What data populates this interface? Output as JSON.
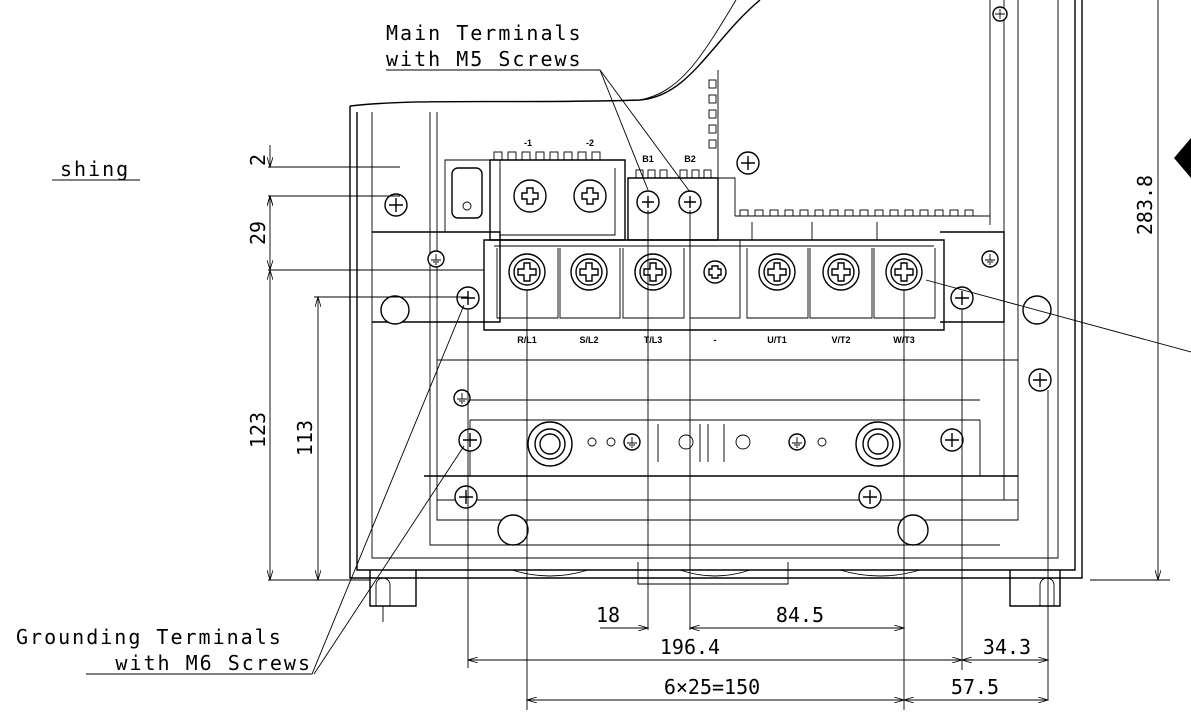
{
  "callouts": {
    "main_terminals_line1": "Main Terminals",
    "main_terminals_line2": "with M5 Screws",
    "grounding_line1": "Grounding Terminals",
    "grounding_line2": "with M6 Screws",
    "bushing_partial": "shing"
  },
  "terminals": {
    "top": [
      "-1",
      "-2",
      "B1",
      "B2"
    ],
    "bottom": [
      "R/L1",
      "S/L2",
      "T/L3",
      "-",
      "U/T1",
      "V/T2",
      "W/T3"
    ]
  },
  "dimensions": {
    "d2": "2",
    "d29": "29",
    "d123": "123",
    "d113": "113",
    "d283_8": "283.8",
    "d18": "18",
    "d84_5": "84.5",
    "d196_4": "196.4",
    "d34_3": "34.3",
    "d6x25": "6×25=150",
    "d57_5": "57.5"
  }
}
